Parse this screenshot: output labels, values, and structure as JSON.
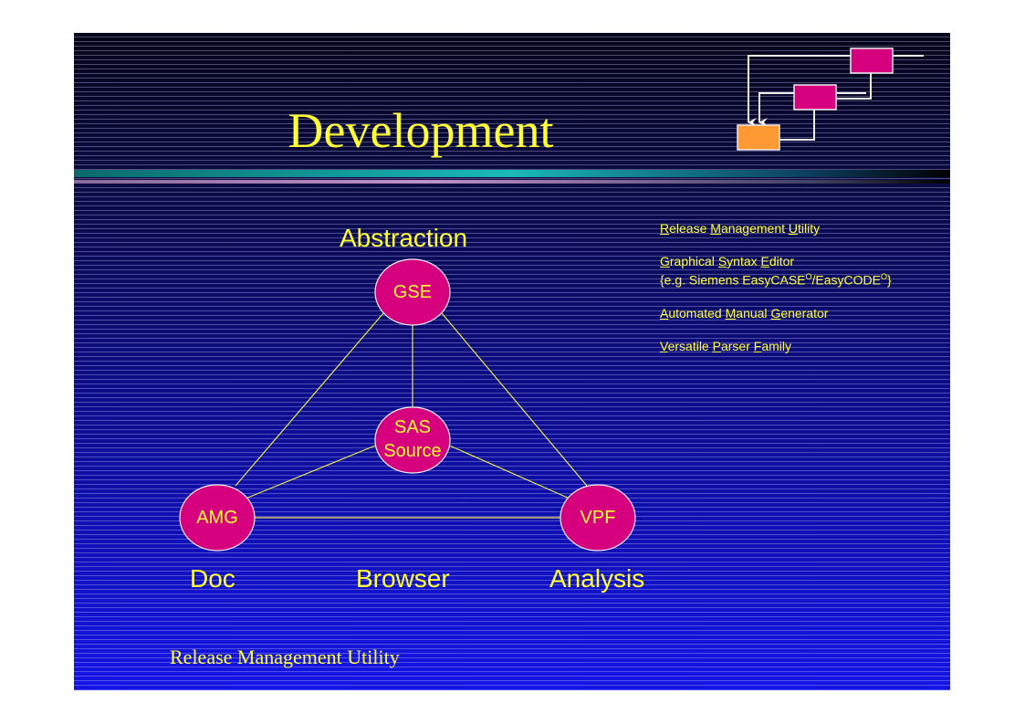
{
  "title": "Development",
  "diagram": {
    "top_label": "Abstraction",
    "bottom_labels": [
      "Doc",
      "Browser",
      "Analysis"
    ],
    "nodes": {
      "gse": "GSE",
      "sas_line1": "SAS",
      "sas_line2": "Source",
      "amg": "AMG",
      "vpf": "VPF"
    }
  },
  "legend": [
    {
      "words": [
        "Release",
        "Management",
        "Utility"
      ]
    },
    {
      "words": [
        "Graphical",
        "Syntax",
        "Editor"
      ],
      "note_a": "{e.g. Siemens EasyCASE",
      "sup": "O",
      "note_b": "/EasyCODE",
      "note_end": "}"
    },
    {
      "words": [
        "Automated",
        "Manual",
        "Generator"
      ]
    },
    {
      "words": [
        "Versatile",
        "Parser",
        "Family"
      ]
    }
  ],
  "footer": "Release Management Utility",
  "colors": {
    "text": "#ffff33",
    "node": "#d6007f",
    "orange": "#ff9933"
  }
}
